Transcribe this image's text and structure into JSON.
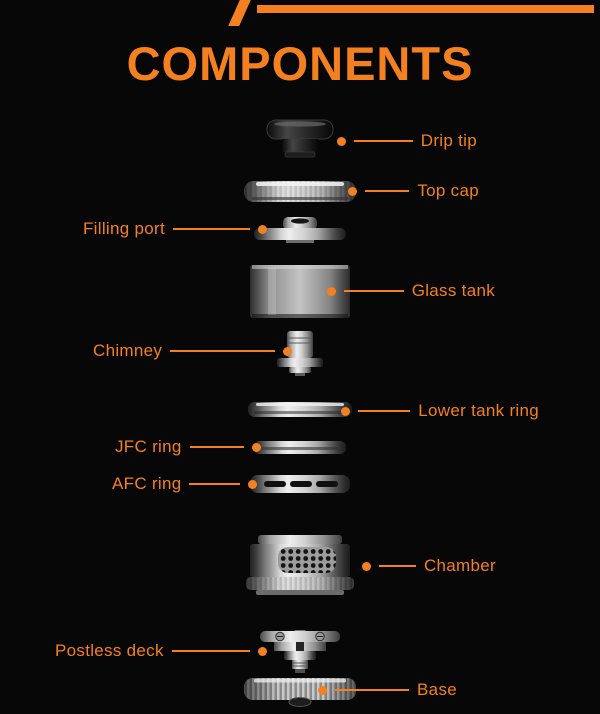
{
  "header": {
    "title": "COMPONENTS"
  },
  "theme": {
    "background": "#070707",
    "accent": "#F5801F"
  },
  "callouts": [
    {
      "label": "Drip tip",
      "side": "right"
    },
    {
      "label": "Top cap",
      "side": "right"
    },
    {
      "label": "Filling port",
      "side": "left"
    },
    {
      "label": "Glass tank",
      "side": "right"
    },
    {
      "label": "Chimney",
      "side": "left"
    },
    {
      "label": "Lower tank ring",
      "side": "right"
    },
    {
      "label": "JFC ring",
      "side": "left"
    },
    {
      "label": "AFC ring",
      "side": "left"
    },
    {
      "label": "Chamber",
      "side": "right"
    },
    {
      "label": "Postless deck",
      "side": "left"
    },
    {
      "label": "Base",
      "side": "right"
    }
  ],
  "parts": [
    "drip-tip",
    "top-cap",
    "filling-port-cap",
    "glass-tank",
    "chimney",
    "lower-tank-ring",
    "jfc-ring",
    "afc-ring",
    "chamber",
    "postless-deck",
    "base"
  ]
}
